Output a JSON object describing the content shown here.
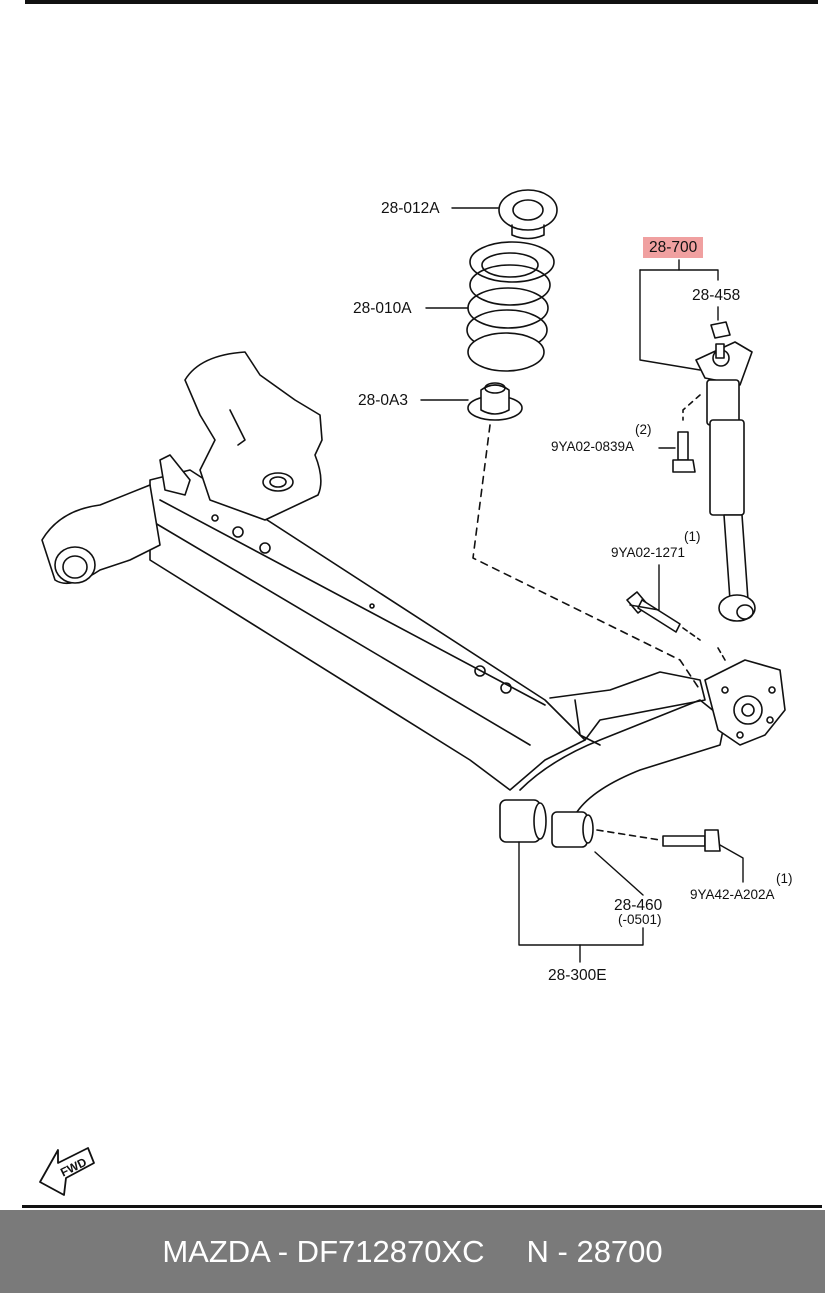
{
  "callouts": {
    "spring_seat_upper": "28-012A",
    "coil_spring": "28-010A",
    "spring_seat_lower": "28-0A3",
    "shock_absorber": "28-700",
    "nut": "28-458",
    "bolt_upper_qty": "(2)",
    "bolt_upper": "9YA02-0839A",
    "bolt_lower_qty": "(1)",
    "bolt_lower": "9YA02-1271",
    "bushing": "28-460",
    "bushing_note": "(-0501)",
    "axle_bolt_qty": "(1)",
    "axle_bolt": "9YA42-A202A",
    "axle_assembly": "28-300E"
  },
  "fwd_label": "FWD",
  "footer": {
    "brand_part": "MAZDA - DF712870XC",
    "ref": "N - 28700"
  },
  "colors": {
    "highlight": "#f0a0a0",
    "footer_bg": "#7a7a7a",
    "footer_text": "#ffffff"
  }
}
